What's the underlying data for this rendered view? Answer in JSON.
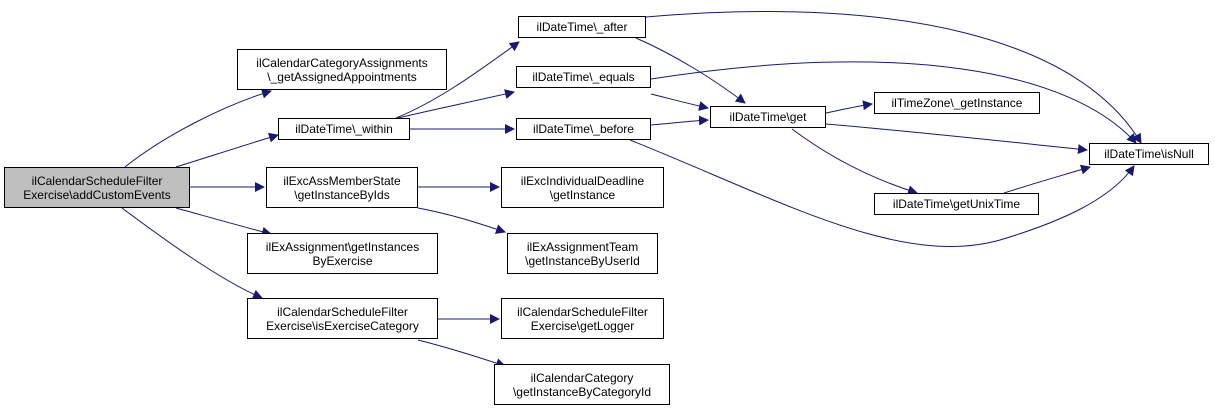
{
  "colors": {
    "edge": "#191970",
    "root_fill": "#bfbfbf",
    "node_fill": "#ffffff",
    "border": "#000000"
  },
  "nodes": {
    "root": {
      "line1": "ilCalendarScheduleFilter",
      "line2": "Exercise\\addCustomEvents"
    },
    "cat_assign": {
      "line1": "ilCalendarCategoryAssignments",
      "line2": "\\_getAssignedAppointments"
    },
    "within": {
      "line1": "ilDateTime\\_within"
    },
    "ass_member": {
      "line1": "ilExcAssMemberState",
      "line2": "\\getInstanceByIds"
    },
    "ex_instances": {
      "line1": "ilExAssignment\\getInstances",
      "line2": "ByExercise"
    },
    "is_ex_cat": {
      "line1": "ilCalendarScheduleFilter",
      "line2": "Exercise\\isExerciseCategory"
    },
    "after": {
      "line1": "ilDateTime\\_after"
    },
    "equals": {
      "line1": "ilDateTime\\_equals"
    },
    "before": {
      "line1": "ilDateTime\\_before"
    },
    "indiv_deadline": {
      "line1": "ilExcIndividualDeadline",
      "line2": "\\getInstance"
    },
    "team": {
      "line1": "ilExAssignmentTeam",
      "line2": "\\getInstanceByUserId"
    },
    "get_logger": {
      "line1": "ilCalendarScheduleFilter",
      "line2": "Exercise\\getLogger"
    },
    "cat_instance": {
      "line1": "ilCalendarCategory",
      "line2": "\\getInstanceByCategoryId"
    },
    "get": {
      "line1": "ilDateTime\\get"
    },
    "tz": {
      "line1": "ilTimeZone\\_getInstance"
    },
    "unix": {
      "line1": "ilDateTime\\getUnixTime"
    },
    "isnull": {
      "line1": "ilDateTime\\isNull"
    }
  }
}
